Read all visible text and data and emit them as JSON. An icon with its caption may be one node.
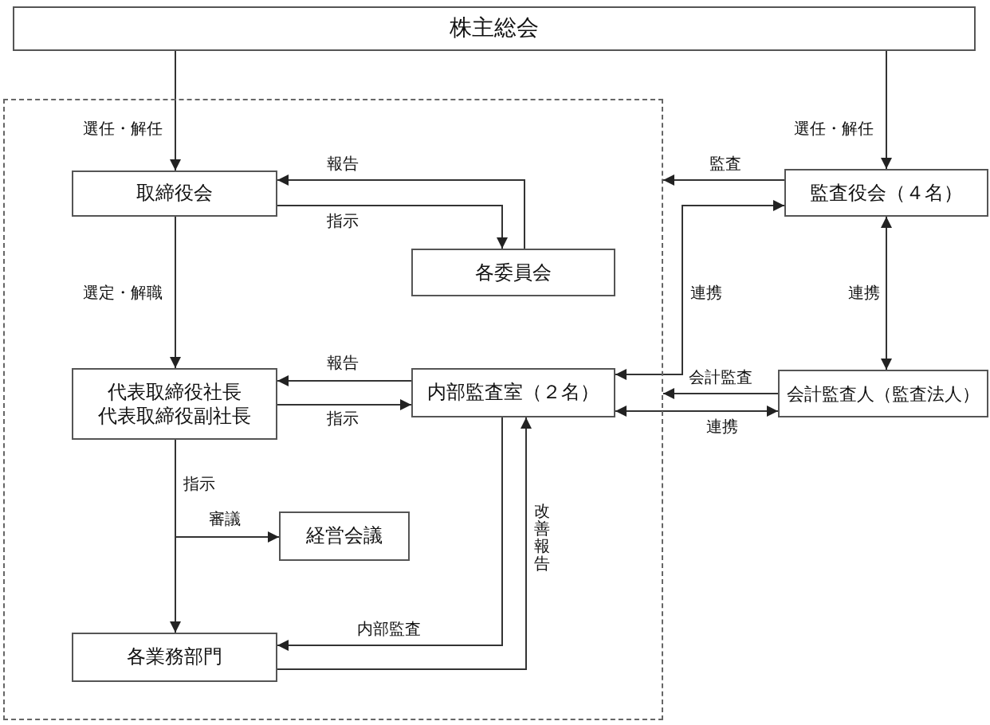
{
  "diagram": {
    "nodes": [
      {
        "text": [
          "株主総会"
        ]
      },
      {
        "text": [],
        "shape": "box"
      },
      {
        "text": [
          "取締役会"
        ],
        "in": 1
      },
      {
        "text": [
          "監査役会（４名）"
        ]
      },
      {
        "text": [
          "各委員会"
        ],
        "in": 1
      },
      {
        "text": [
          "代表取締役社長",
          "代表取締役副社長"
        ],
        "in": 1
      },
      {
        "text": [
          "内部監査室（２名）"
        ],
        "in": 1
      },
      {
        "text": [
          "会計監査人（監査法人）"
        ]
      },
      {
        "text": [
          "経営会議"
        ],
        "in": 1
      },
      {
        "text": [
          "各業務部門"
        ],
        "in": 1
      }
    ],
    "edges": [
      {
        "from": 0,
        "to": 2,
        "arrow": "to",
        "label": "選任・解任"
      },
      {
        "from": 0,
        "to": 3,
        "arrow": "to",
        "label": "選任・解任"
      },
      {
        "from": 4,
        "to": 2,
        "arrow": "to",
        "label": "報告"
      },
      {
        "from": 2,
        "to": 4,
        "arrow": "to",
        "label": "指示"
      },
      {
        "from": 2,
        "to": 5,
        "arrow": "to",
        "label": "選定・解職"
      },
      {
        "from": 3,
        "to": 1,
        "arrow": "to",
        "label": "監査"
      },
      {
        "from": 3,
        "to": 6,
        "arrow": "both",
        "label": "連携"
      },
      {
        "from": 3,
        "to": 7,
        "arrow": "both",
        "label": "連携"
      },
      {
        "from": 7,
        "to": 1,
        "arrow": "to",
        "label": "会計監査"
      },
      {
        "from": 6,
        "to": 7,
        "arrow": "both",
        "label": "連携"
      },
      {
        "from": 6,
        "to": 5,
        "arrow": "to",
        "label": "報告"
      },
      {
        "from": 5,
        "to": 6,
        "arrow": "to",
        "label": "指示"
      },
      {
        "from": 5,
        "to": 9,
        "arrow": "to",
        "label": "指示"
      },
      {
        "from": 5,
        "to": 8,
        "arrow": "to",
        "label": "審議"
      },
      {
        "from": 6,
        "to": 9,
        "arrow": "to",
        "label": "内部監査"
      },
      {
        "from": 9,
        "to": 6,
        "arrow": "to",
        "label": "改善報告"
      }
    ]
  }
}
